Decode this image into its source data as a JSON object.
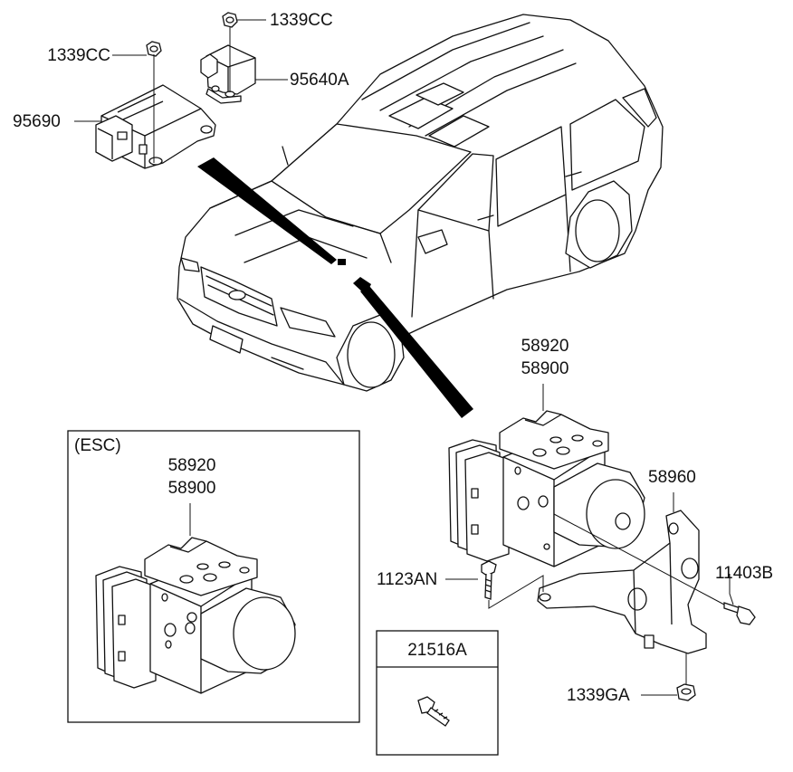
{
  "diagram": {
    "part_labels": {
      "nut_1339cc_top": "1339CC",
      "nut_1339cc_left": "1339CC",
      "sensor_95640a": "95640A",
      "airbag_module_95690": "95690",
      "hecu_58920": "58920",
      "hecu_58900": "58900",
      "bracket_58960": "58960",
      "bolt_1123an": "1123AN",
      "bolt_11403b": "11403B",
      "nut_1339ga": "1339GA"
    },
    "esc_inset": {
      "title": "(ESC)",
      "label_58920": "58920",
      "label_58900": "58900"
    },
    "bolt_box": {
      "title": "21516A"
    }
  },
  "colors": {
    "line": "#111111",
    "fill": "#ffffff",
    "arrow": "#000000"
  }
}
